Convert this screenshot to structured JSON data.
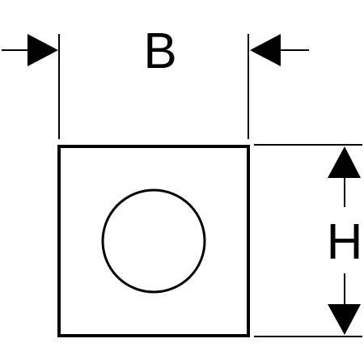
{
  "drawing": {
    "line_color": "#000000",
    "background_color": "#ffffff",
    "width_label": "B",
    "height_label": "H",
    "shapes": {
      "outer": "square-plate",
      "inner": "circle-button"
    },
    "icons": {
      "arrows": "arrow-icon"
    }
  }
}
